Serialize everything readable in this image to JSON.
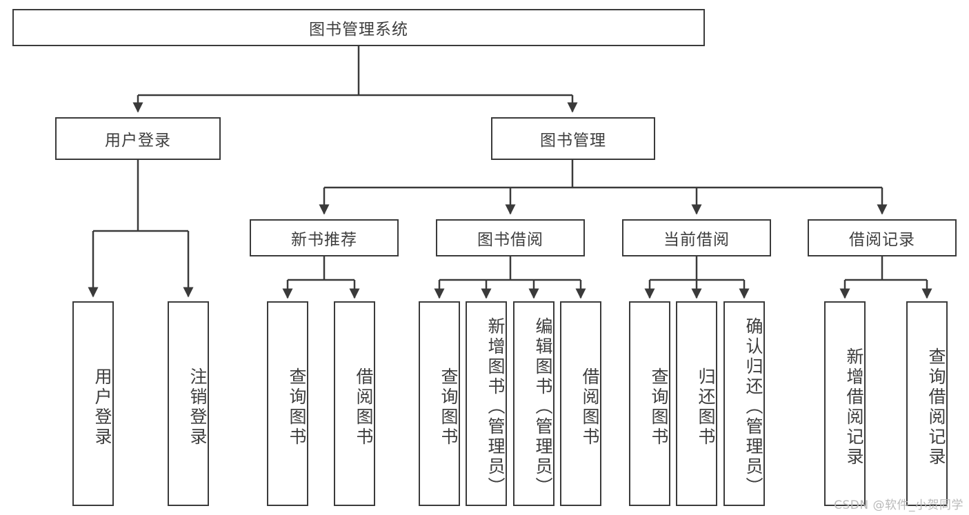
{
  "diagram": {
    "title": "图书管理系统",
    "type": "function-structure-tree",
    "watermark": "CSDN @软件_小贺同学",
    "colors": {
      "box_border": "#3a3a3a",
      "box_fill": "#ffffff",
      "text": "#3d3d3d",
      "connector": "#3a3a3a",
      "watermark": "#b9b9b9"
    },
    "levels": [
      {
        "level": 1,
        "nodes": [
          {
            "id": "root",
            "label": "图书管理系统",
            "orientation": "horizontal"
          }
        ]
      },
      {
        "level": 2,
        "nodes": [
          {
            "id": "user-login",
            "label": "用户登录",
            "orientation": "horizontal"
          },
          {
            "id": "book-manage",
            "label": "图书管理",
            "orientation": "horizontal"
          }
        ]
      },
      {
        "level": 3,
        "nodes": [
          {
            "id": "new-book-rec",
            "label": "新书推荐",
            "orientation": "horizontal"
          },
          {
            "id": "book-borrow",
            "label": "图书借阅",
            "orientation": "horizontal"
          },
          {
            "id": "current-borrow",
            "label": "当前借阅",
            "orientation": "horizontal"
          },
          {
            "id": "borrow-record",
            "label": "借阅记录",
            "orientation": "horizontal"
          }
        ]
      },
      {
        "level": 4,
        "nodes": [
          {
            "id": "leaf-user-login",
            "label": "用户登录",
            "orientation": "vertical",
            "parent": "user-login"
          },
          {
            "id": "leaf-logout",
            "label": "注销登录",
            "orientation": "vertical",
            "parent": "user-login"
          },
          {
            "id": "leaf-query-book-1",
            "label": "查询图书",
            "orientation": "vertical",
            "parent": "new-book-rec"
          },
          {
            "id": "leaf-borrow-book-1",
            "label": "借阅图书",
            "orientation": "vertical",
            "parent": "new-book-rec"
          },
          {
            "id": "leaf-query-book-2",
            "label": "查询图书",
            "orientation": "vertical",
            "parent": "book-borrow"
          },
          {
            "id": "leaf-add-book",
            "label": "新增图书（管理员）",
            "orientation": "vertical",
            "parent": "book-borrow"
          },
          {
            "id": "leaf-edit-book",
            "label": "编辑图书（管理员）",
            "orientation": "vertical",
            "parent": "book-borrow"
          },
          {
            "id": "leaf-borrow-book-2",
            "label": "借阅图书",
            "orientation": "vertical",
            "parent": "book-borrow"
          },
          {
            "id": "leaf-query-book-3",
            "label": "查询图书",
            "orientation": "vertical",
            "parent": "current-borrow"
          },
          {
            "id": "leaf-return-book",
            "label": "归还图书",
            "orientation": "vertical",
            "parent": "current-borrow"
          },
          {
            "id": "leaf-confirm-return",
            "label": "确认归还（管理员）",
            "orientation": "vertical",
            "parent": "current-borrow"
          },
          {
            "id": "leaf-add-record",
            "label": "新增借阅记录",
            "orientation": "vertical",
            "parent": "borrow-record"
          },
          {
            "id": "leaf-query-record",
            "label": "查询借阅记录",
            "orientation": "vertical",
            "parent": "borrow-record"
          }
        ]
      }
    ]
  }
}
